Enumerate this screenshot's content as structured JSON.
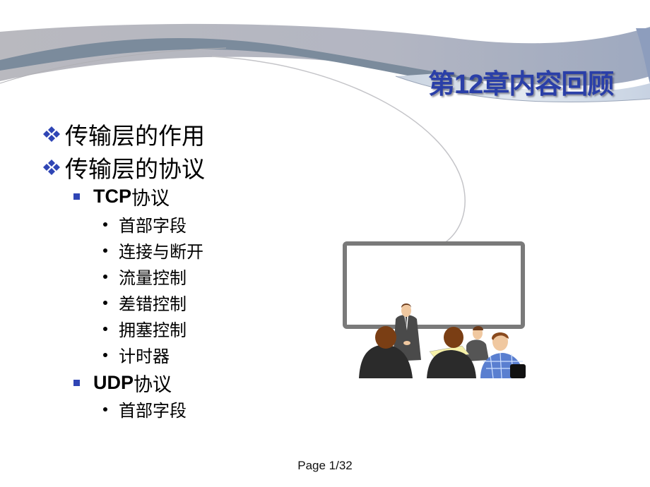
{
  "slide": {
    "title": "第12章内容回顾",
    "colors": {
      "title": "#2a3fa8",
      "bullet_l1": "#2f45b5",
      "bullet_l2": "#2f45b5",
      "ribbon_light": "#b7b8c0",
      "ribbon_dark": "#7b8a9b",
      "whiteboard_frame": "#7a7a7a"
    },
    "outline": [
      {
        "level": 1,
        "bullet": "diamond-cluster",
        "text": "传输层的作用"
      },
      {
        "level": 1,
        "bullet": "diamond-cluster",
        "text": "传输层的协议"
      },
      {
        "level": 2,
        "bullet": "square",
        "latin": "TCP",
        "text": "协议"
      },
      {
        "level": 3,
        "bullet": "dot",
        "text": "首部字段"
      },
      {
        "level": 3,
        "bullet": "dot",
        "text": "连接与断开"
      },
      {
        "level": 3,
        "bullet": "dot",
        "text": "流量控制"
      },
      {
        "level": 3,
        "bullet": "dot",
        "text": "差错控制"
      },
      {
        "level": 3,
        "bullet": "dot",
        "text": "拥塞控制"
      },
      {
        "level": 3,
        "bullet": "dot",
        "text": "计时器"
      },
      {
        "level": 2,
        "bullet": "square",
        "latin": "UDP",
        "text": "协议"
      },
      {
        "level": 3,
        "bullet": "dot",
        "text": "首部字段"
      }
    ],
    "illustration": "meeting-presentation-clipart",
    "footer": "Page 1/32"
  }
}
